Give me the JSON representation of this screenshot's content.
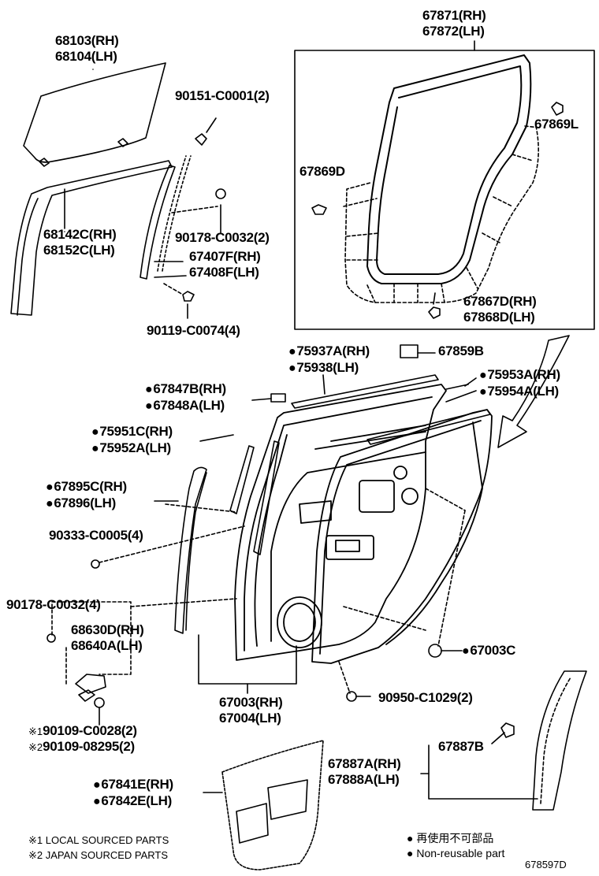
{
  "labels": {
    "glass": [
      "68103(RH)",
      "68104(LH)"
    ],
    "screw_top": "90151-C0001(2)",
    "channel": [
      "68142C(RH)",
      "68152C(LH)"
    ],
    "clip_a": "90178-C0032(2)",
    "division_bar": [
      "67407F(RH)",
      "67408F(LH)"
    ],
    "bolt_a": "90119-C0074(4)",
    "weatherstrip": [
      "67871(RH)",
      "67872(LH)"
    ],
    "clip_l": "67869L",
    "clip_d": "67869D",
    "clip_weather": [
      "67867D(RH)",
      "67868D(LH)"
    ],
    "belt_outer": [
      "75937A(RH)",
      "75938(LH)"
    ],
    "pad": "67859B",
    "frame_molding": [
      "75953A(RH)",
      "75954A(LH)"
    ],
    "cover": [
      "67847B(RH)",
      "67848A(LH)"
    ],
    "garnish": [
      "75951C(RH)",
      "75952A(LH)"
    ],
    "door_seal": [
      "67895C(RH)",
      "67896(LH)"
    ],
    "nut": "90333-C0005(4)",
    "clip_b": "90178-C0032(4)",
    "hinge": [
      "68630D(RH)",
      "68640A(LH)"
    ],
    "plug": "67003C",
    "door_panel": [
      "67003(RH)",
      "67004(LH)"
    ],
    "bolt_b": "90950-C1029(2)",
    "bolt_c1": "90109-C0028(2)",
    "bolt_c2": "90109-08295(2)",
    "mark1": "※1",
    "mark2": "※2",
    "seal_small": "67887B",
    "seal_rear": [
      "67887A(RH)",
      "67888A(LH)"
    ],
    "service_hole": [
      "67841E(RH)",
      "67842E(LH)"
    ]
  },
  "notes": {
    "local": "※1 LOCAL SOURCED PARTS",
    "japan": "※2 JAPAN SOURCED PARTS",
    "nonreuse_jp": "再使用不可部品",
    "nonreuse_en": "Non-reusable part"
  },
  "figure_id": "678597D",
  "dot_symbol": "●"
}
